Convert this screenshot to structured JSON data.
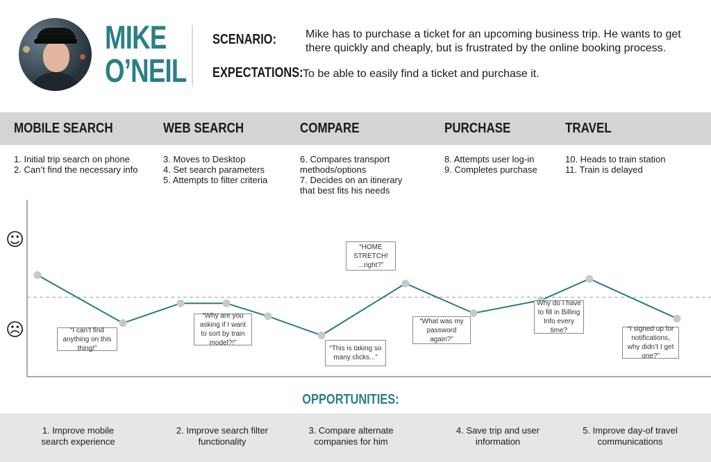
{
  "persona": {
    "first_name": "MIKE",
    "last_name": "O’NEIL"
  },
  "scenario": {
    "label": "SCENARIO:",
    "text_line1": "Mike has to purchase a ticket for an upcoming business trip. He wants to get",
    "text_line2": "there quickly and cheaply, but is frustrated by the online booking process."
  },
  "expectations": {
    "label": "EXPECTATIONS:",
    "text": "To be able to easily find a ticket and purchase it."
  },
  "stages": [
    {
      "title": "MOBILE SEARCH",
      "steps": [
        "1. Initial trip search on phone",
        "2. Can’t find the necessary info"
      ]
    },
    {
      "title": "WEB SEARCH",
      "steps": [
        "3. Moves to Desktop",
        "4. Set search parameters",
        "5. Attempts to filter criteria"
      ]
    },
    {
      "title": "COMPARE",
      "steps": [
        "6. Compares transport",
        "methods/options",
        "7. Decides on an itinerary",
        "that best fits his needs"
      ]
    },
    {
      "title": "PURCHASE",
      "steps": [
        "8. Attempts user log-in",
        "9. Completes purchase"
      ]
    },
    {
      "title": "TRAVEL",
      "steps": [
        "10. Heads to train station",
        "11. Train is delayed"
      ]
    }
  ],
  "emotion_icons": {
    "happy": "☺",
    "sad": "☹",
    "happy_name": "smiley-face-icon",
    "sad_name": "frown-face-icon"
  },
  "quotes": [
    "“I can’t find anything on this thing!”",
    "“Why are you asking if I want to sort by train model?!”",
    "“This is taking so many clicks...”",
    "“HOME STRETCH! ...right?”",
    "“What was my password again?”",
    "Why do I have to fill in Billing Info every time?",
    "“I signed up for notifications, why didn’t I get one?”"
  ],
  "journey_line": {
    "color": "#2a7a80",
    "point_color": "#c8c8c8",
    "baseline_color": "#a0a0a0",
    "sentiment_levels": [
      0.85,
      0.22,
      0.48,
      0.48,
      0.31,
      0.06,
      0.74,
      0.35,
      0.52,
      0.8,
      0.28
    ],
    "neutral_level": 0.56
  },
  "opportunities": {
    "title": "OPPORTUNITIES:",
    "items": [
      [
        "1. Improve mobile",
        "search experience"
      ],
      [
        "2. Improve search filter",
        "functionality"
      ],
      [
        "3. Compare alternate",
        "companies for him"
      ],
      [
        "4. Save trip and user",
        "information"
      ],
      [
        "5. Improve day-of travel",
        "communications"
      ]
    ]
  },
  "colors": {
    "accent": "#2b7f87",
    "stage_bar": "#d4d4d4",
    "opp_bar": "#e6e6e6"
  }
}
